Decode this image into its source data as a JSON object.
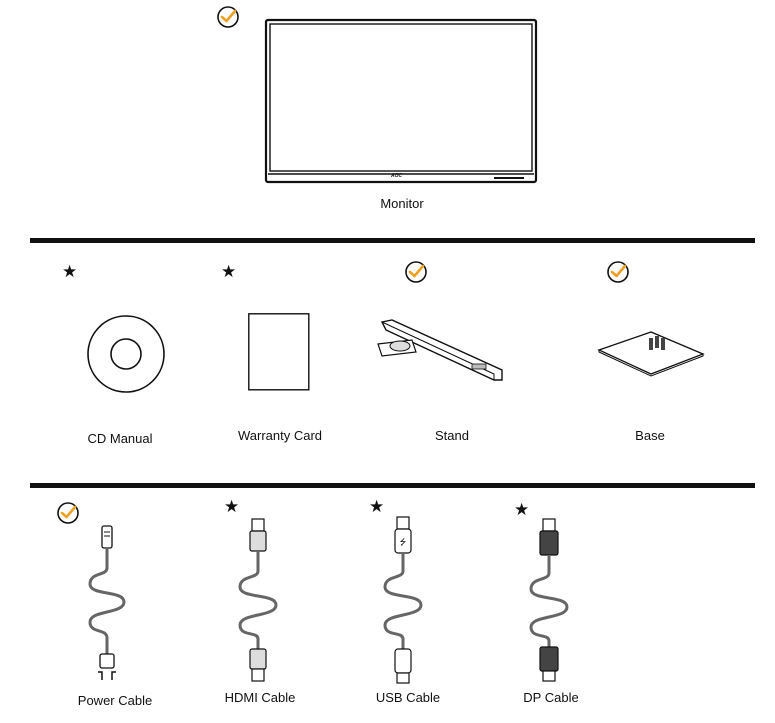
{
  "marks": {
    "included_icon": "check-circle-icon",
    "optional_symbol": "★",
    "included_color": "#f0a020"
  },
  "monitor": {
    "label": "Monitor",
    "brand": "AOC",
    "included": true
  },
  "row1": [
    {
      "key": "cd",
      "label": "CD Manual",
      "included": false
    },
    {
      "key": "warranty",
      "label": "Warranty Card",
      "included": false
    },
    {
      "key": "stand",
      "label": "Stand",
      "included": true
    },
    {
      "key": "base",
      "label": "Base",
      "included": true
    }
  ],
  "row2": [
    {
      "key": "power",
      "label": "Power Cable",
      "included": true
    },
    {
      "key": "hdmi",
      "label": "HDMI Cable",
      "included": false
    },
    {
      "key": "usb",
      "label": "USB Cable",
      "included": false
    },
    {
      "key": "dp",
      "label": "DP Cable",
      "included": false
    }
  ]
}
